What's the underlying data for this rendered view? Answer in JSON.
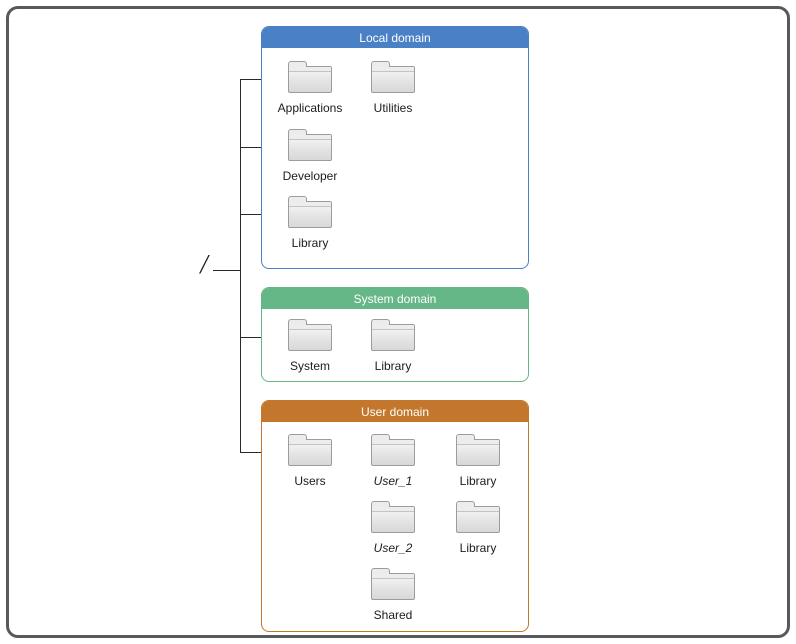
{
  "root_label": "/",
  "colors": {
    "frame": "#58595b",
    "local_accent": "#4a80c6",
    "system_accent": "#66b787",
    "user_accent": "#c3772c",
    "line": "#2a2a2a",
    "folder_fill": "#e9e9e9",
    "folder_border": "#9c9c9c"
  },
  "local": {
    "title": "Local domain",
    "folders": {
      "applications": "Applications",
      "utilities": "Utilities",
      "developer": "Developer",
      "library": "Library"
    }
  },
  "system": {
    "title": "System domain",
    "folders": {
      "system": "System",
      "library": "Library"
    }
  },
  "user": {
    "title": "User domain",
    "folders": {
      "users": "Users",
      "user_1": "User_1",
      "library_1": "Library",
      "user_2": "User_2",
      "library_2": "Library",
      "shared": "Shared"
    }
  }
}
